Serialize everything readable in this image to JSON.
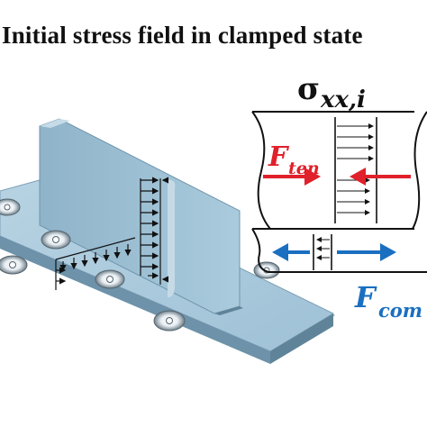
{
  "title": "Initial stress field in clamped state",
  "labels": {
    "sigma_symbol": "σ",
    "sigma_subscript": "xx,i",
    "tension_symbol": "F",
    "tension_subscript": "ten",
    "compression_symbol": "F",
    "compression_subscript": "com"
  },
  "colors": {
    "tension": "#e0202a",
    "compression": "#1a6fc0",
    "plate": "#a9c9dc",
    "stiffener": "#9dbfd3"
  }
}
